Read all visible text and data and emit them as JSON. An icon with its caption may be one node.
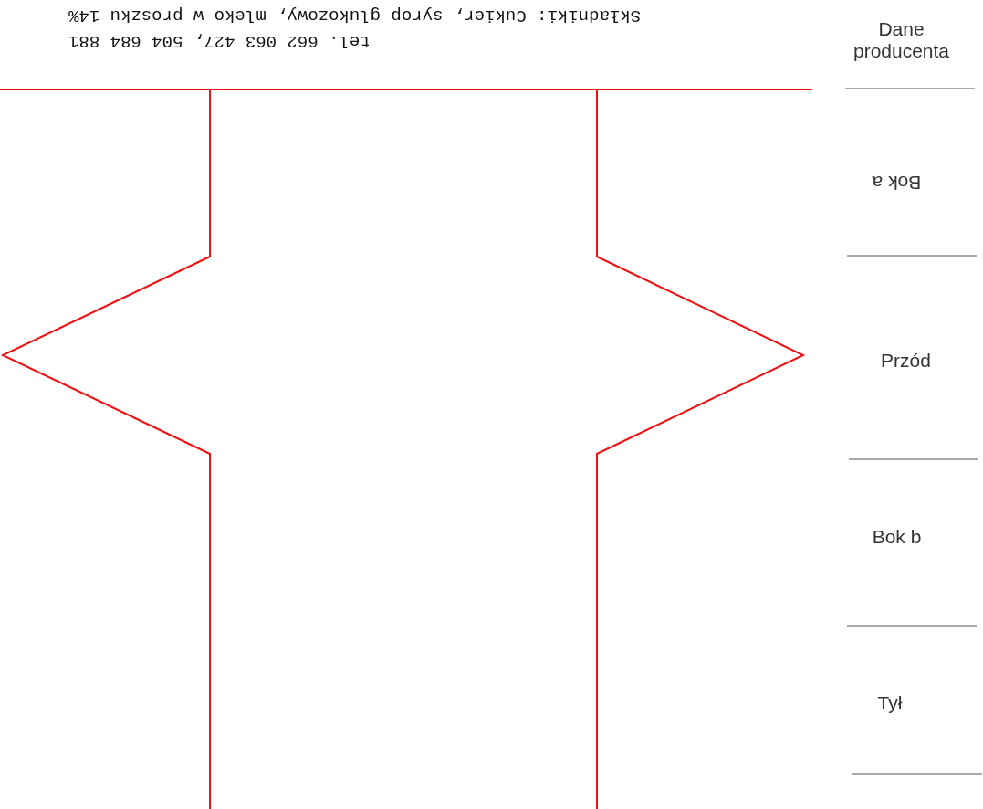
{
  "diagram": {
    "labels": [
      "tel. 662 063 427, 504 684 881",
      "Składniki: Cukier, syrop glukozowy, mleko w proszku 14%",
      "Dane producenta",
      "Bok a",
      "Przód",
      "Bok b",
      "Tył"
    ]
  }
}
